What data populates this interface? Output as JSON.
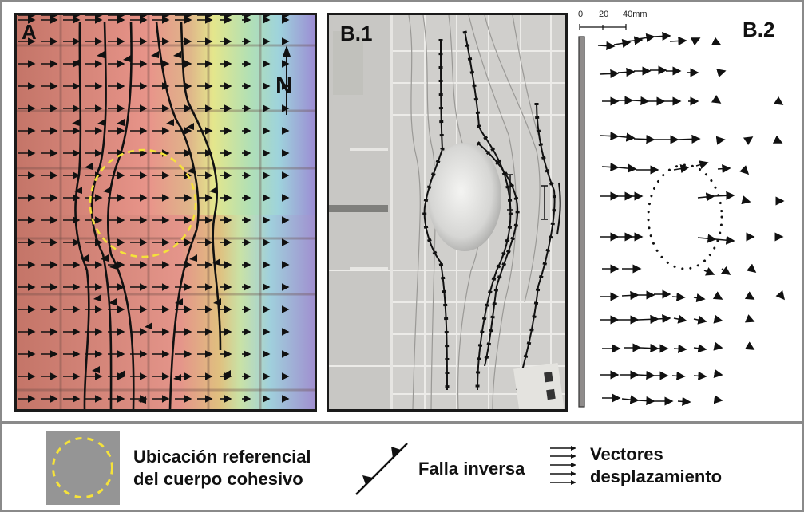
{
  "figure": {
    "panels": [
      {
        "id": "A",
        "label": "A",
        "type": "displacement-colormap-with-faults",
        "north_label": "N"
      },
      {
        "id": "B1",
        "label": "B.1",
        "type": "photograph-sandbox-model"
      },
      {
        "id": "B2",
        "label": "B.2",
        "type": "displacement-vector-map",
        "scale_bar": {
          "ticks": [
            "0",
            "20",
            "40mm"
          ]
        }
      }
    ],
    "colors": {
      "frame_border": "#8a8a8a",
      "panel_border": "#1a1a1a",
      "cohesive_body_outline": "#f5e23a",
      "legend_swatch_bg": "#959595",
      "fault_line": "#111111",
      "colormap": [
        "#c97b6e",
        "#e89a8a",
        "#d9c27a",
        "#e6ea8a",
        "#a8dcc0",
        "#9fcfe0",
        "#a59ad6"
      ]
    }
  },
  "legend": {
    "items": [
      {
        "symbol": "yellow-dashed-circle",
        "line1": "Ubicación referencial",
        "line2": "del cuerpo cohesivo"
      },
      {
        "symbol": "reverse-fault",
        "line1": "Falla inversa"
      },
      {
        "symbol": "displacement-vectors",
        "line1": "Vectores",
        "line2": "desplazamiento"
      }
    ]
  }
}
